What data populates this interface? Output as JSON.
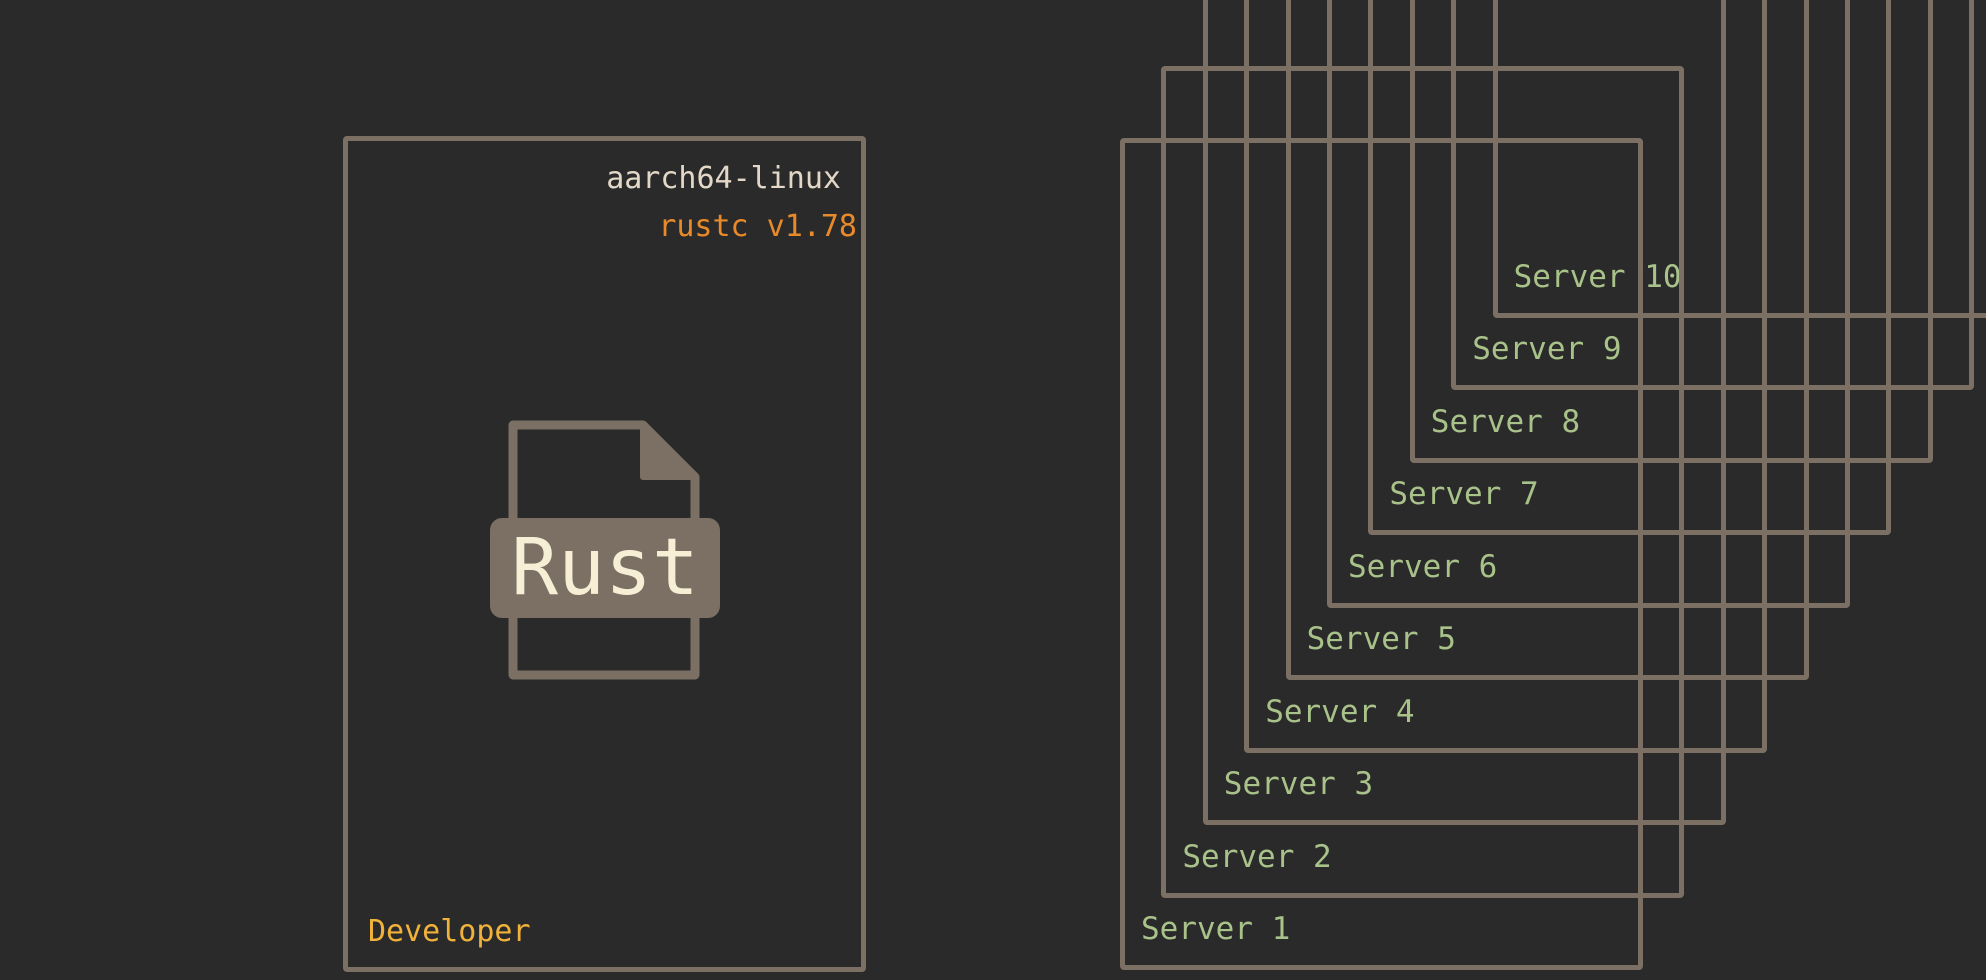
{
  "developer": {
    "os": "aarch64-linux",
    "rustc": "rustc v1.78",
    "label": "Developer",
    "file_label": "Rust"
  },
  "servers": [
    {
      "label": "Server 1"
    },
    {
      "label": "Server 2"
    },
    {
      "label": "Server 3"
    },
    {
      "label": "Server 4"
    },
    {
      "label": "Server 5"
    },
    {
      "label": "Server 6"
    },
    {
      "label": "Server 7"
    },
    {
      "label": "Server 8"
    },
    {
      "label": "Server 9"
    },
    {
      "label": "Server 10"
    }
  ],
  "colors": {
    "background": "#2a2a2a",
    "frame": "#7c7064",
    "os_text": "#e3d8c8",
    "rustc_text": "#e98a2a",
    "developer_text": "#f0b23a",
    "server_text": "#a8c28a",
    "file_badge_text": "#f6efd6"
  },
  "icons": {
    "file": "rust-file-icon"
  }
}
